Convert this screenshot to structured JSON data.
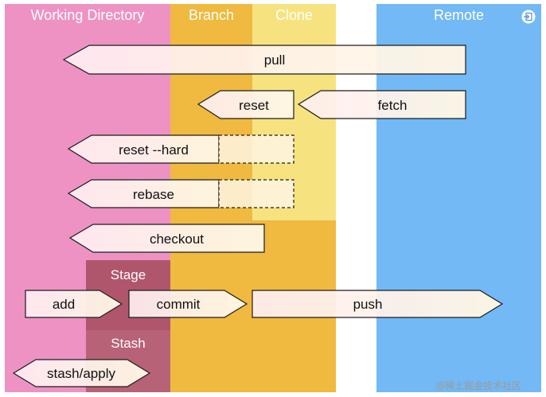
{
  "columns": {
    "working_directory": "Working Directory",
    "branch": "Branch",
    "clone": "Clone",
    "remote": "Remote"
  },
  "sub_areas": {
    "stage": "Stage",
    "stash": "Stash"
  },
  "commands": {
    "pull": "pull",
    "reset": "reset",
    "fetch": "fetch",
    "reset_hard": "reset --hard",
    "rebase": "rebase",
    "checkout": "checkout",
    "add": "add",
    "commit": "commit",
    "push": "push",
    "stash_apply": "stash/apply"
  },
  "watermark": "@稀土掘金技术社区",
  "icons": {
    "corner": "exit-icon"
  },
  "colors": {
    "working_directory": "#ee92c4",
    "branch": "#f0b93f",
    "clone": "#f6e37f",
    "remote": "#72b9f5",
    "stage_stash": "#b86277",
    "arrow_fill": "#fff5e3",
    "arrow_stroke": "#1c1c1c"
  }
}
